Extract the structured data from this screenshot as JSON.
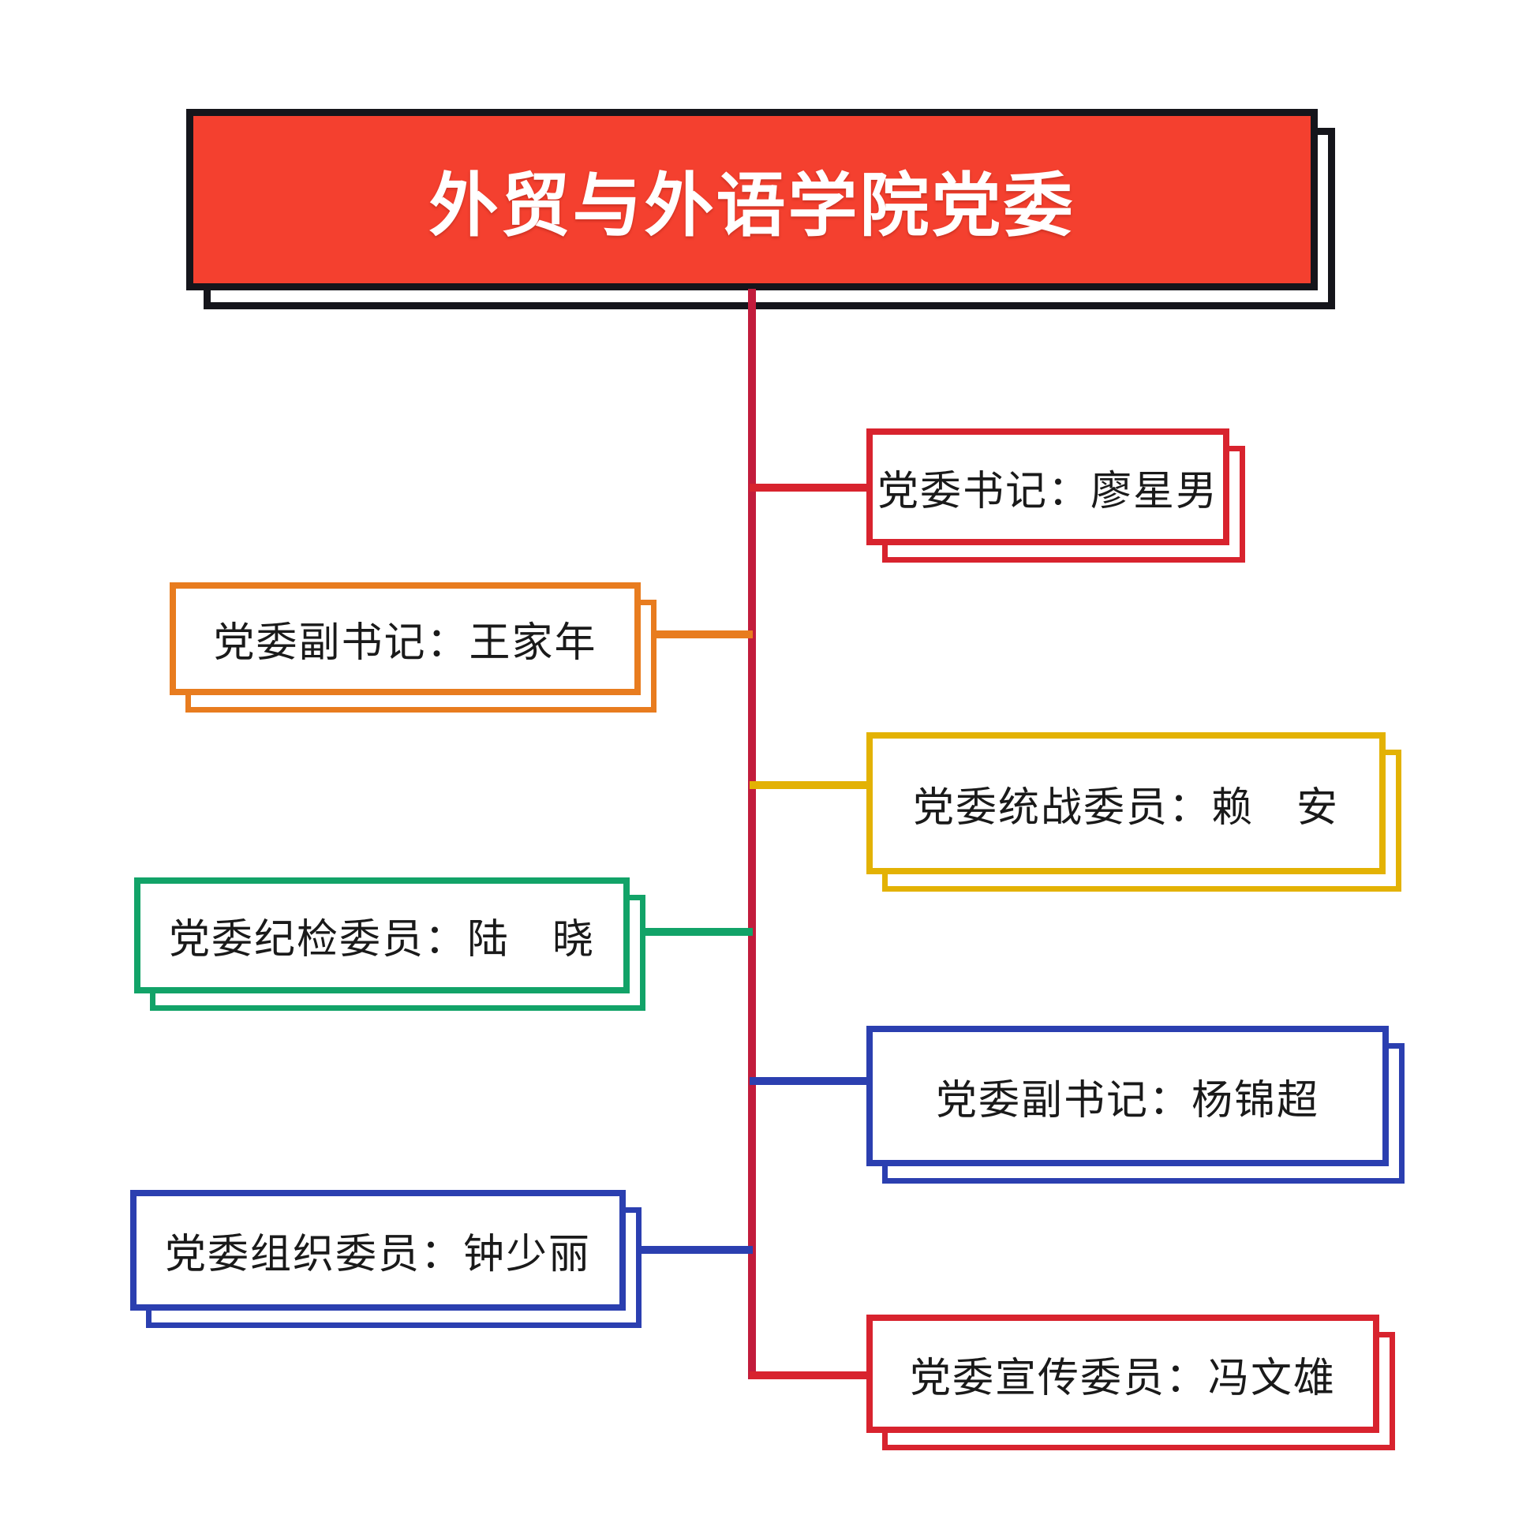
{
  "title": {
    "text": "外贸与外语学院党委"
  },
  "colors": {
    "title_fill": "#f4402f",
    "title_border": "#15151b",
    "trunk_line": "#c21c3c",
    "red": "#d8232e",
    "orange": "#e87c1f",
    "yellow": "#e3b204",
    "green": "#12a368",
    "blue": "#2b3fb0",
    "text": "#1a1a1a"
  },
  "nodes": [
    {
      "label": "党委书记：廖星男",
      "side": "right",
      "color": "red"
    },
    {
      "label": "党委副书记：王家年",
      "side": "left",
      "color": "orange"
    },
    {
      "label": "党委统战委员：赖　安",
      "side": "right",
      "color": "yellow"
    },
    {
      "label": "党委纪检委员：陆　晓",
      "side": "left",
      "color": "green"
    },
    {
      "label": "党委副书记：杨锦超",
      "side": "right",
      "color": "blue"
    },
    {
      "label": "党委组织委员：钟少丽",
      "side": "left",
      "color": "blue"
    },
    {
      "label": "党委宣传委员：冯文雄",
      "side": "right",
      "color": "red"
    }
  ]
}
